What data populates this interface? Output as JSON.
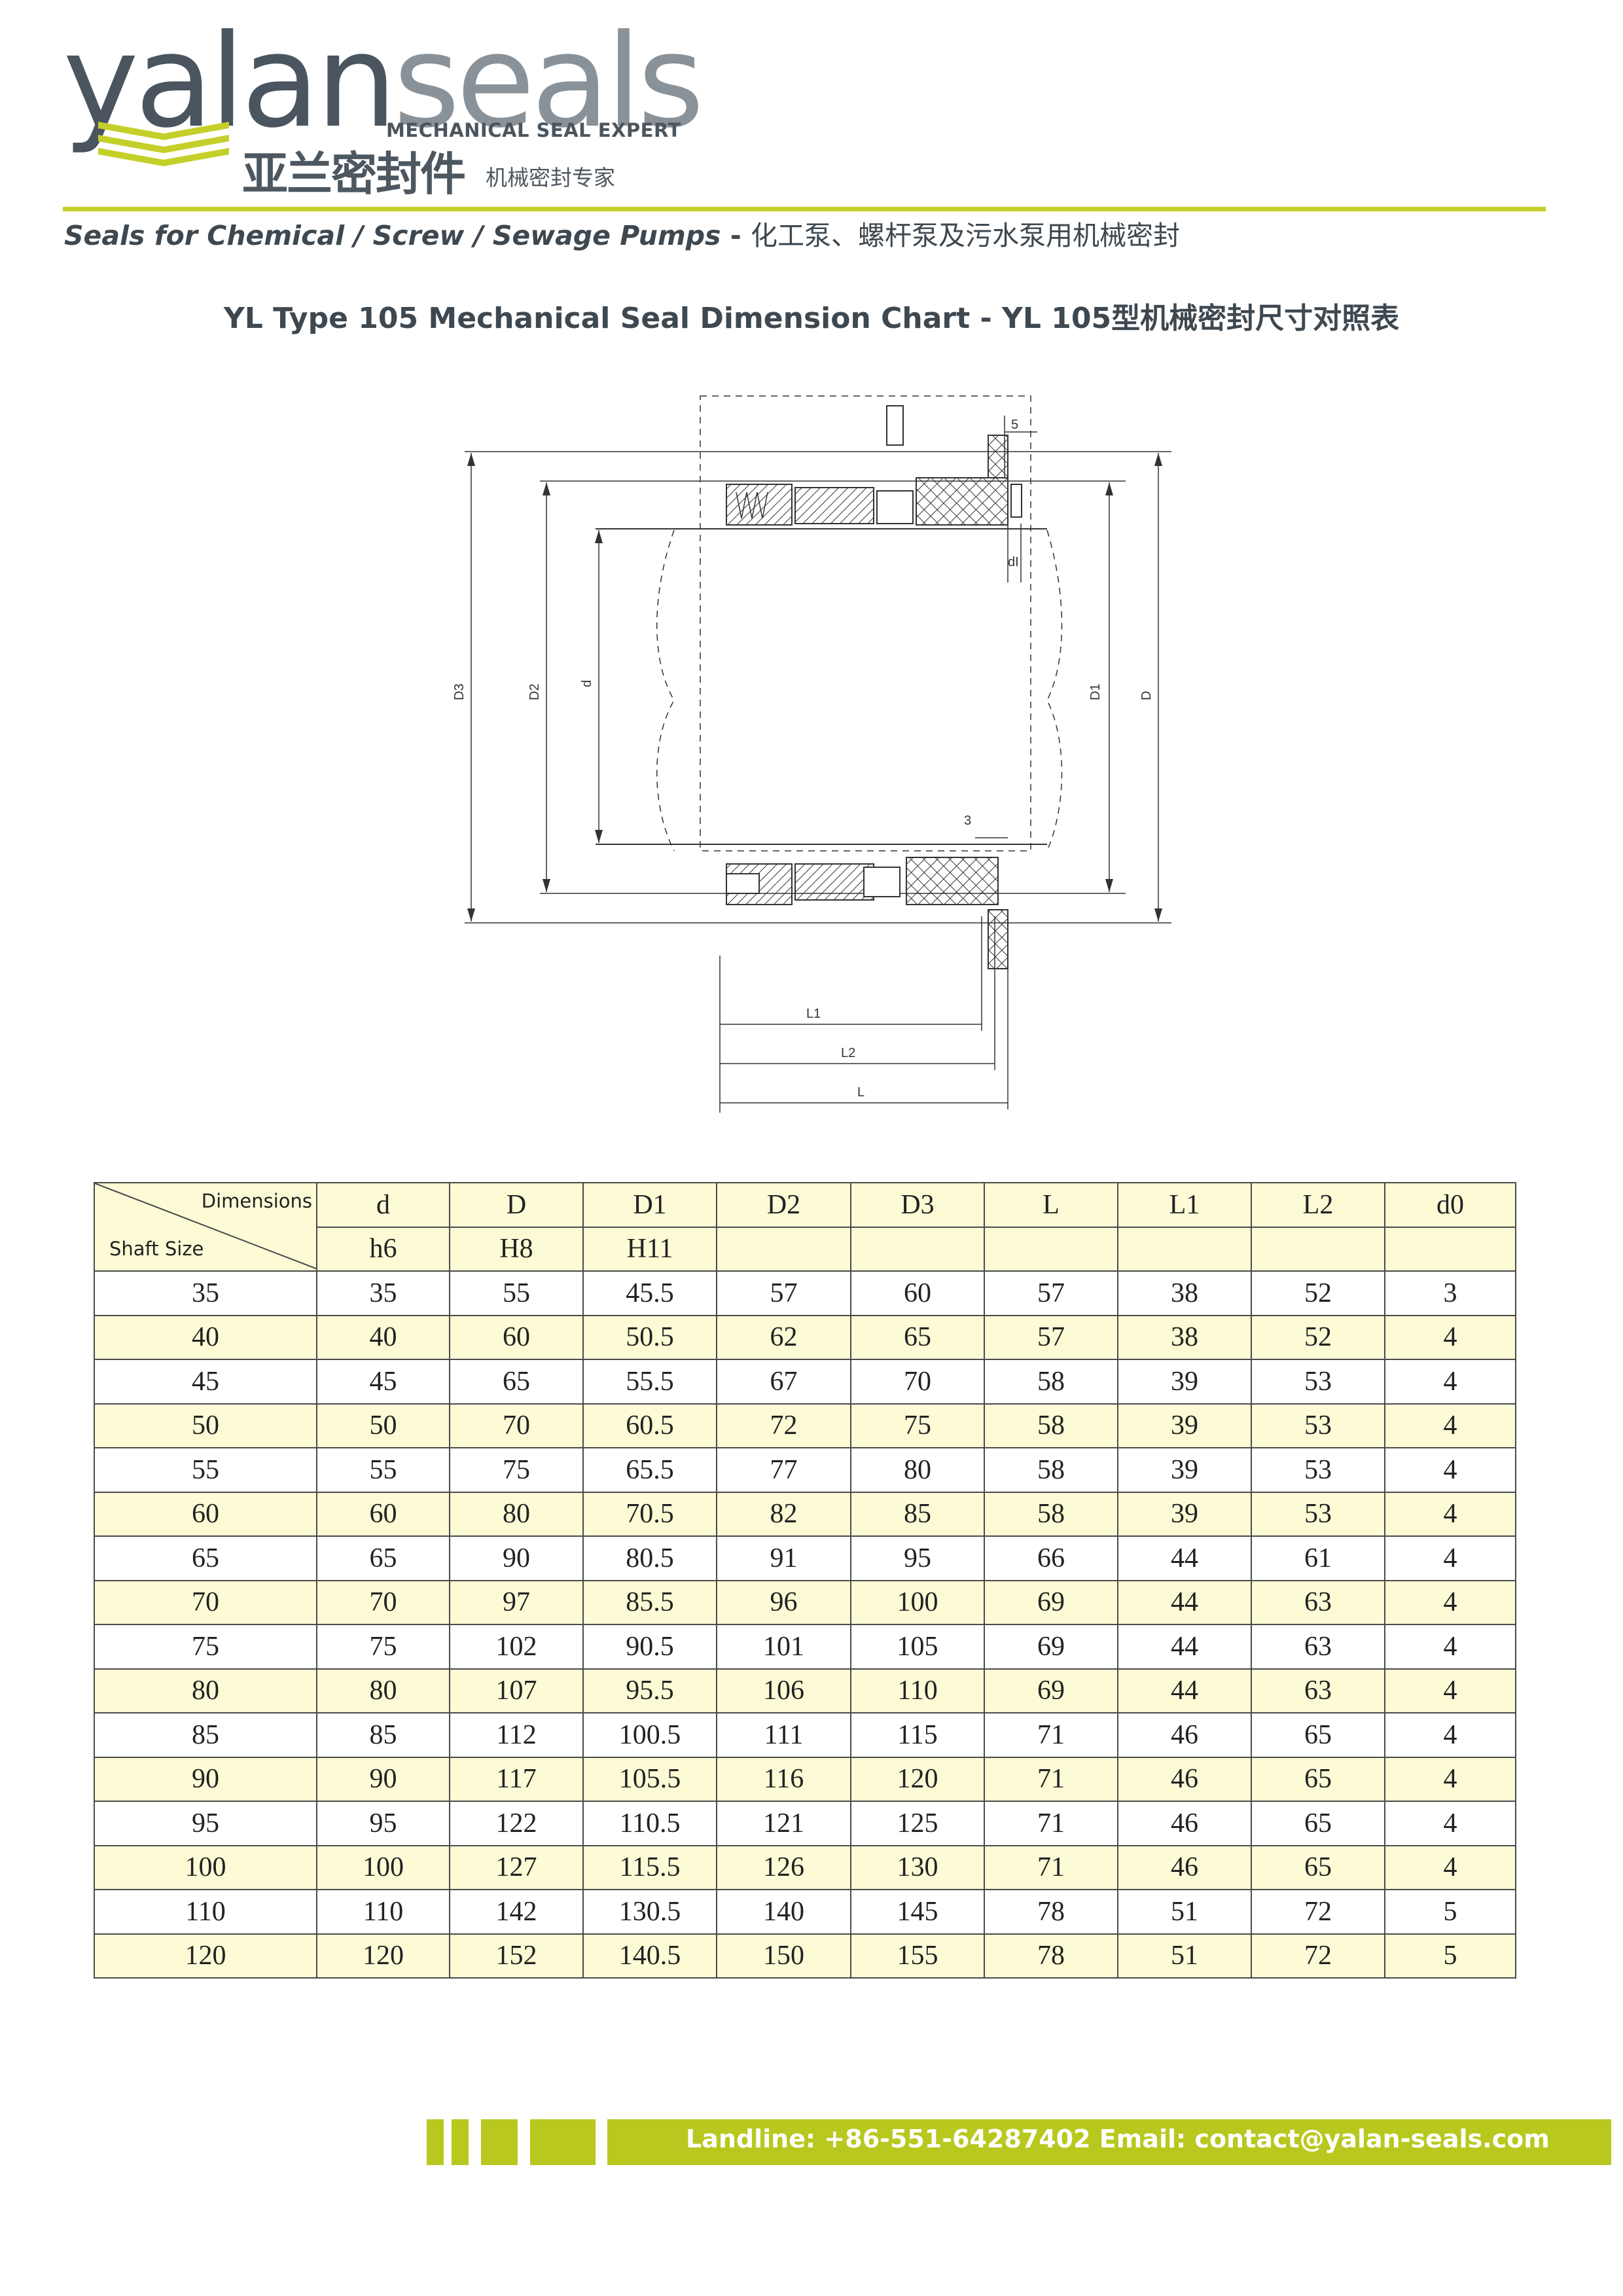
{
  "brand": {
    "name_part1": "yalan",
    "name_part2": "seals",
    "tagline": "MECHANICAL SEAL EXPERT",
    "name_cn": "亚兰密封件",
    "tagline_cn": "机械密封专家",
    "accent_color": "#c5cf2a",
    "text_color": "#4a5560"
  },
  "header": {
    "subtitle_en": "Seals for Chemical / Screw / Sewage Pumps",
    "subtitle_sep": " - ",
    "subtitle_cn": "化工泵、螺杆泵及污水泵用机械密封"
  },
  "title": "YL Type 105 Mechanical Seal Dimension Chart - YL 105型机械密封尺寸对照表",
  "drawing": {
    "labels": {
      "D3": "D3",
      "D2": "D2",
      "d": "d",
      "D1": "D1",
      "D": "D",
      "d0": "dI",
      "five": "5",
      "three": "3",
      "L1": "L1",
      "L2": "L2",
      "L": "L"
    }
  },
  "table": {
    "corner_top": "Dimensions",
    "corner_bottom": "Shaft Size",
    "columns": [
      "d",
      "D",
      "D1",
      "D2",
      "D3",
      "L",
      "L1",
      "L2",
      "d0"
    ],
    "tolerances": [
      "h6",
      "H8",
      "H11",
      "",
      "",
      "",
      "",
      "",
      ""
    ],
    "rows": [
      [
        "35",
        "35",
        "55",
        "45.5",
        "57",
        "60",
        "57",
        "38",
        "52",
        "3"
      ],
      [
        "40",
        "40",
        "60",
        "50.5",
        "62",
        "65",
        "57",
        "38",
        "52",
        "4"
      ],
      [
        "45",
        "45",
        "65",
        "55.5",
        "67",
        "70",
        "58",
        "39",
        "53",
        "4"
      ],
      [
        "50",
        "50",
        "70",
        "60.5",
        "72",
        "75",
        "58",
        "39",
        "53",
        "4"
      ],
      [
        "55",
        "55",
        "75",
        "65.5",
        "77",
        "80",
        "58",
        "39",
        "53",
        "4"
      ],
      [
        "60",
        "60",
        "80",
        "70.5",
        "82",
        "85",
        "58",
        "39",
        "53",
        "4"
      ],
      [
        "65",
        "65",
        "90",
        "80.5",
        "91",
        "95",
        "66",
        "44",
        "61",
        "4"
      ],
      [
        "70",
        "70",
        "97",
        "85.5",
        "96",
        "100",
        "69",
        "44",
        "63",
        "4"
      ],
      [
        "75",
        "75",
        "102",
        "90.5",
        "101",
        "105",
        "69",
        "44",
        "63",
        "4"
      ],
      [
        "80",
        "80",
        "107",
        "95.5",
        "106",
        "110",
        "69",
        "44",
        "63",
        "4"
      ],
      [
        "85",
        "85",
        "112",
        "100.5",
        "111",
        "115",
        "71",
        "46",
        "65",
        "4"
      ],
      [
        "90",
        "90",
        "117",
        "105.5",
        "116",
        "120",
        "71",
        "46",
        "65",
        "4"
      ],
      [
        "95",
        "95",
        "122",
        "110.5",
        "121",
        "125",
        "71",
        "46",
        "65",
        "4"
      ],
      [
        "100",
        "100",
        "127",
        "115.5",
        "126",
        "130",
        "71",
        "46",
        "65",
        "4"
      ],
      [
        "110",
        "110",
        "142",
        "130.5",
        "140",
        "145",
        "78",
        "51",
        "72",
        "5"
      ],
      [
        "120",
        "120",
        "152",
        "140.5",
        "150",
        "155",
        "78",
        "51",
        "72",
        "5"
      ]
    ],
    "alt_row_color": "#fdfbd6"
  },
  "footer": {
    "contact": "Landline: +86-551-64287402 Email: contact@yalan-seals.com",
    "bar_color": "#b8c81e"
  }
}
